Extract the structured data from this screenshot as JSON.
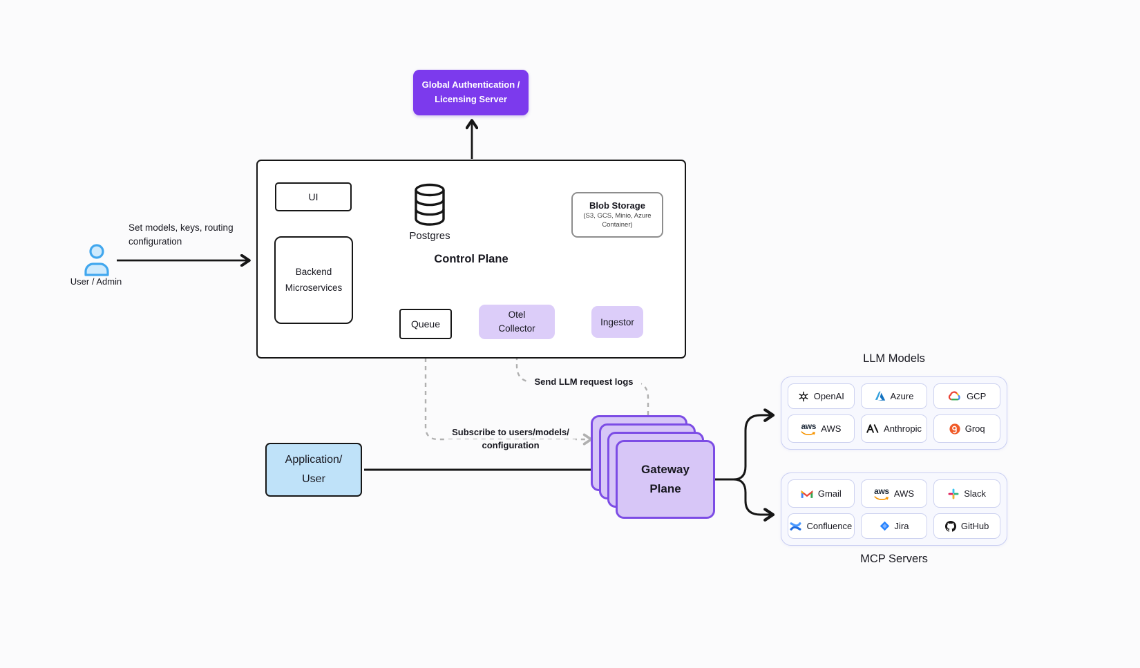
{
  "auth_server": {
    "label": "Global Authentication / Licensing Server"
  },
  "control_plane": {
    "title": "Control Plane",
    "ui": "UI",
    "backend": "Backend Microservices",
    "postgres": "Postgres",
    "queue": "Queue",
    "otel": "Otel Collector",
    "ingestor": "Ingestor",
    "blob_title": "Blob Storage",
    "blob_sub": "(S3, GCS, Minio, Azure Container)"
  },
  "actors": {
    "user_admin": "User / Admin",
    "application": "Application/ User"
  },
  "gateway": {
    "label": "Gateway Plane"
  },
  "edge_labels": {
    "set_models": "Set models, keys, routing configuration",
    "subscribe_line1": "Subscribe to users/models/",
    "subscribe_line2": "configuration",
    "send_logs": "Send LLM request logs"
  },
  "llm": {
    "title": "LLM Models",
    "items": [
      {
        "label": "OpenAI",
        "icon": "openai-icon"
      },
      {
        "label": "Azure",
        "icon": "azure-icon"
      },
      {
        "label": "GCP",
        "icon": "gcp-icon"
      },
      {
        "label": "AWS",
        "icon": "aws-icon"
      },
      {
        "label": "Anthropic",
        "icon": "anthropic-icon"
      },
      {
        "label": "Groq",
        "icon": "groq-icon"
      }
    ]
  },
  "mcp": {
    "title": "MCP Servers",
    "items": [
      {
        "label": "Gmail",
        "icon": "gmail-icon"
      },
      {
        "label": "AWS",
        "icon": "aws-icon"
      },
      {
        "label": "Slack",
        "icon": "slack-icon"
      },
      {
        "label": "Confluence",
        "icon": "confluence-icon"
      },
      {
        "label": "Jira",
        "icon": "jira-icon"
      },
      {
        "label": "GitHub",
        "icon": "github-icon"
      }
    ]
  },
  "colors": {
    "accent_purple": "#7c3aed",
    "soft_purple": "#dccdf9",
    "gateway_border": "#7c4ce5",
    "gateway_fill": "#d7c6f7",
    "light_blue": "#bfe2f9",
    "container_border": "#c9cef2",
    "dashed_gray": "#b0b0b0",
    "solid_gray": "#7a7a7a"
  }
}
